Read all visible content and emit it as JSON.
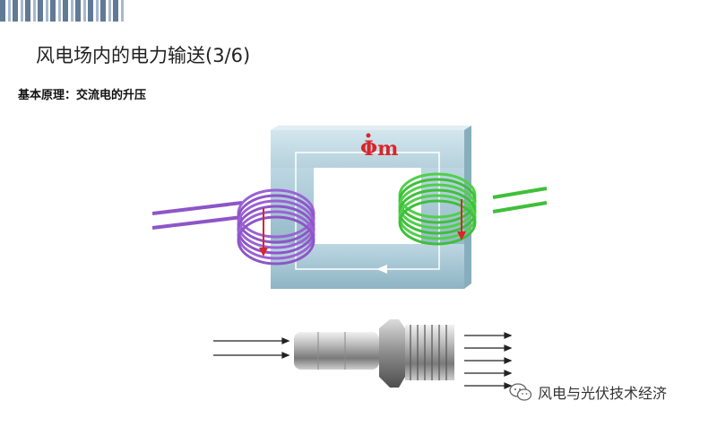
{
  "slide": {
    "title": "风电场内的电力输送(3/6)",
    "subtitle": "基本原理：交流电的升压"
  },
  "transformer": {
    "flux_label": "Φm",
    "primary_coil_color": "#8e55c8",
    "secondary_coil_color": "#3fbf3a",
    "core_color": "#a9c9d6",
    "arrow_color": "#d9252b"
  },
  "watermark": {
    "text": "风电与光伏技术经济",
    "icon": "wechat-icon"
  }
}
